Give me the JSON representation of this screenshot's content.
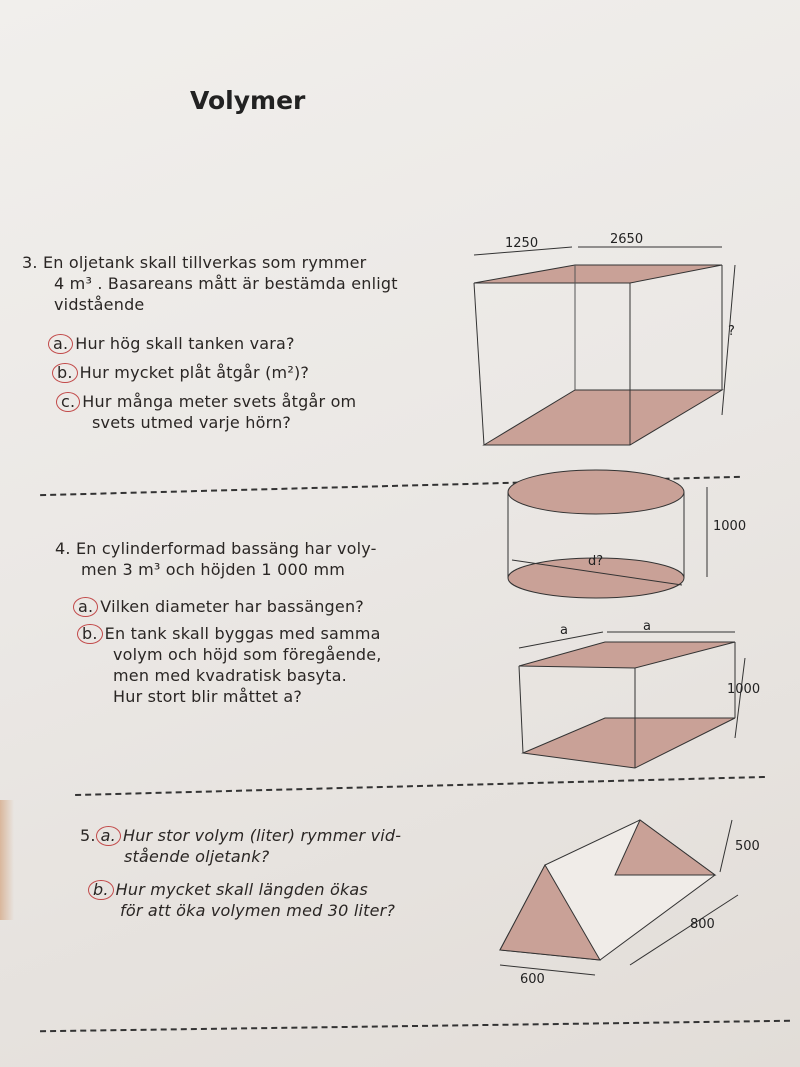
{
  "page_title": "Volymer",
  "problems": [
    {
      "number": "3.",
      "text": [
        "En oljetank skall tillverkas som rymmer",
        "4 m³ . Basareans mått är bestämda enligt",
        "vidstående"
      ],
      "questions": [
        {
          "label": "a.",
          "lines": [
            "Hur hög skall tanken vara?"
          ]
        },
        {
          "label": "b.",
          "lines": [
            "Hur mycket plåt åtgår (m²)?"
          ]
        },
        {
          "label": "c.",
          "lines": [
            "Hur många meter svets åtgår om",
            "svets utmed varje hörn?"
          ]
        }
      ],
      "figure": {
        "dim_depth": "1250",
        "dim_width": "2650",
        "dim_height": "?"
      }
    },
    {
      "number": "4.",
      "text": [
        "En cylinderformad bassäng har voly-",
        "men 3 m³ och höjden 1 000 mm"
      ],
      "questions": [
        {
          "label": "a.",
          "lines": [
            "Vilken diameter har bassängen?"
          ]
        },
        {
          "label": "b.",
          "lines": [
            "En tank skall byggas med samma",
            "volym och höjd som föregående,",
            "men med kvadratisk basyta.",
            "Hur stort blir måttet a?"
          ]
        }
      ],
      "figure_cylinder": {
        "dim_height": "1000",
        "dim_diameter": "d?"
      },
      "figure_box": {
        "dim_a1": "a",
        "dim_a2": "a",
        "dim_height": "1000"
      }
    },
    {
      "number": "5.",
      "questions": [
        {
          "label": "a.",
          "lines": [
            "Hur stor volym (liter) rymmer vid-",
            "stående oljetank?"
          ]
        },
        {
          "label": "b.",
          "lines": [
            "Hur mycket skall längden ökas",
            "för att öka volymen med 30 liter?"
          ]
        }
      ],
      "figure": {
        "dim_height": "500",
        "dim_length": "800",
        "dim_base": "600"
      }
    }
  ],
  "colors": {
    "annotation_circle": "#c24a4a",
    "shading": "#c9a197"
  }
}
